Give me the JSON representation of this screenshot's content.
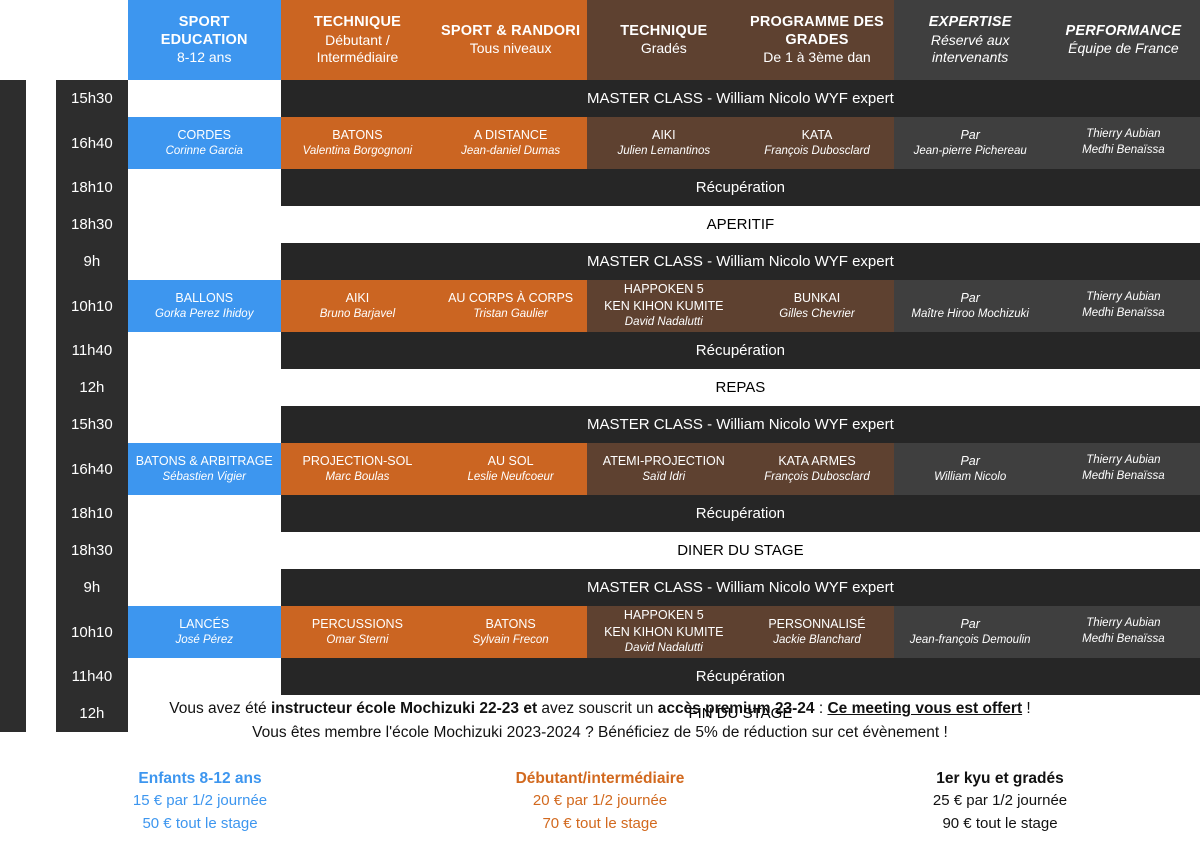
{
  "columns": [
    {
      "title": "SPORT EDUCATION",
      "title_lines": [
        "SPORT",
        "EDUCATION"
      ],
      "subtitle": "8-12 ans",
      "color": "#3d96ef",
      "style": "normal"
    },
    {
      "title": "TECHNIQUE",
      "title_lines": [
        "TECHNIQUE"
      ],
      "subtitle": "Débutant / Intermédiaire",
      "color": "#cb6522",
      "style": "normal"
    },
    {
      "title": "SPORT & RANDORI",
      "title_lines": [
        "SPORT & RANDORI"
      ],
      "subtitle": "Tous niveaux",
      "color": "#cb6522",
      "style": "normal"
    },
    {
      "title": "TECHNIQUE",
      "title_lines": [
        "TECHNIQUE"
      ],
      "subtitle": "Gradés",
      "color": "#5e4130",
      "style": "normal"
    },
    {
      "title": "PROGRAMME DES GRADES",
      "title_lines": [
        "PROGRAMME DES",
        "GRADES"
      ],
      "subtitle": "De 1 à 3ème dan",
      "color": "#5e4130",
      "style": "normal"
    },
    {
      "title": "EXPERTISE",
      "title_lines": [
        "EXPERTISE"
      ],
      "subtitle": "Réservé aux intervenants",
      "color": "#3f3f3f",
      "style": "italic"
    },
    {
      "title": "PERFORMANCE",
      "title_lines": [
        "PERFORMANCE"
      ],
      "subtitle": "Équipe de France",
      "color": "#3f3f3f",
      "style": "italic"
    }
  ],
  "labels": {
    "master_class": "MASTER CLASS - William Nicolo WYF expert",
    "recuperation": "Récupération",
    "aperitif": "APERITIF",
    "repas": "REPAS",
    "diner": "DINER DU STAGE",
    "fin": "FIN DU STAGE"
  },
  "rows": [
    {
      "time": "15h30",
      "kind": "band-master"
    },
    {
      "time": "16h40",
      "kind": "sessions",
      "cells": [
        {
          "title": "CORDES",
          "who": "Corinne Garcia"
        },
        {
          "title": "BATONS",
          "who": "Valentina Borgognoni"
        },
        {
          "title": "A DISTANCE",
          "who": "Jean-daniel Dumas"
        },
        {
          "title": "AIKI",
          "who": "Julien Lemantinos"
        },
        {
          "title": "KATA",
          "who": "François Dubosclard"
        },
        {
          "title": "Par",
          "who": "Jean-pierre Pichereau"
        },
        {
          "title": "",
          "who": "Thierry Aubian\nMedhi Benaïssa"
        }
      ]
    },
    {
      "time": "18h10",
      "kind": "band-dark",
      "label": "Récupération"
    },
    {
      "time": "18h30",
      "kind": "band-light",
      "label": "APERITIF"
    },
    {
      "time": "9h",
      "kind": "band-master"
    },
    {
      "time": "10h10",
      "kind": "sessions",
      "cells": [
        {
          "title": "BALLONS",
          "who": "Gorka Perez Ihidoy"
        },
        {
          "title": "AIKI",
          "who": "Bruno Barjavel"
        },
        {
          "title": "AU CORPS À CORPS",
          "who": "Tristan Gaulier"
        },
        {
          "title": "HAPPOKEN 5\nKEN KIHON KUMITE",
          "who": "David Nadalutti"
        },
        {
          "title": "BUNKAI",
          "who": "Gilles Chevrier"
        },
        {
          "title": "Par",
          "who": "Maître Hiroo Mochizuki"
        },
        {
          "title": "",
          "who": "Thierry Aubian\nMedhi Benaïssa"
        }
      ]
    },
    {
      "time": "11h40",
      "kind": "band-dark",
      "label": "Récupération"
    },
    {
      "time": "12h",
      "kind": "band-light",
      "label": "REPAS"
    },
    {
      "time": "15h30",
      "kind": "band-master"
    },
    {
      "time": "16h40",
      "kind": "sessions",
      "cells": [
        {
          "title": "BATONS & ARBITRAGE",
          "who": "Sébastien Vigier"
        },
        {
          "title": "PROJECTION-SOL",
          "who": "Marc Boulas"
        },
        {
          "title": "AU SOL",
          "who": "Leslie Neufcoeur"
        },
        {
          "title": "ATEMI-PROJECTION",
          "who": "Saïd Idri"
        },
        {
          "title": "KATA ARMES",
          "who": "François Dubosclard"
        },
        {
          "title": "Par",
          "who": "William Nicolo"
        },
        {
          "title": "",
          "who": "Thierry Aubian\nMedhi Benaïssa"
        }
      ]
    },
    {
      "time": "18h10",
      "kind": "band-dark",
      "label": "Récupération"
    },
    {
      "time": "18h30",
      "kind": "band-light",
      "label": "DINER DU STAGE"
    },
    {
      "time": "9h",
      "kind": "band-master"
    },
    {
      "time": "10h10",
      "kind": "sessions",
      "cells": [
        {
          "title": "LANCÉS",
          "who": "José Pérez"
        },
        {
          "title": "PERCUSSIONS",
          "who": "Omar Sterni"
        },
        {
          "title": "BATONS",
          "who": "Sylvain Frecon"
        },
        {
          "title": "HAPPOKEN 5\nKEN KIHON KUMITE",
          "who": "David Nadalutti"
        },
        {
          "title": "PERSONNALISÉ",
          "who": "Jackie Blanchard"
        },
        {
          "title": "Par",
          "who": "Jean-françois Demoulin"
        },
        {
          "title": "",
          "who": "Thierry Aubian\nMedhi Benaïssa"
        }
      ]
    },
    {
      "time": "11h40",
      "kind": "band-dark",
      "label": "Récupération"
    },
    {
      "time": "12h",
      "kind": "band-light",
      "label": "FIN DU STAGE"
    }
  ],
  "footer": {
    "promo_line1": {
      "p1": "Vous avez été ",
      "b1": "instructeur école Mochizuki 22-23 et",
      "p2": " avez souscrit un ",
      "b2": "accès premium 23-24",
      "p3": " : ",
      "b3": "Ce meeting vous est offert",
      "p4": " !"
    },
    "promo_line2": "Vous êtes membre l'école Mochizuki 2023-2024 ? Bénéficiez de 5% de réduction sur cet évènement !",
    "prices": [
      {
        "heading": "Enfants 8-12 ans",
        "line1": "15 € par 1/2 journée",
        "line2": "50 € tout le stage",
        "color": "#3d96ef"
      },
      {
        "heading": "Débutant/intermédiaire",
        "line1": "20 € par 1/2 journée",
        "line2": "70 € tout le stage",
        "color": "#d2691e"
      },
      {
        "heading": "1er kyu et gradés",
        "line1": "25 € par 1/2 journée",
        "line2": "90 € tout le stage",
        "color": "#111111"
      }
    ]
  }
}
